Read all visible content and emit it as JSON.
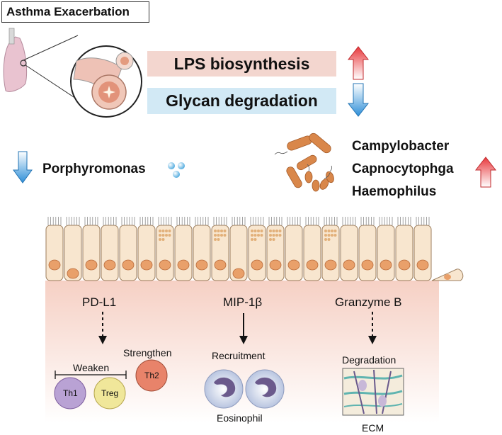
{
  "title": "Asthma Exacerbation",
  "pathways": {
    "up": "LPS biosynthesis",
    "down": "Glycan degradation"
  },
  "bacteria": {
    "decreased": "Porphyromonas",
    "increased": [
      "Campylobacter",
      "Capnocytophga",
      "Haemophilus"
    ]
  },
  "mediators": {
    "pdl1": "PD-L1",
    "mip": "MIP-1β",
    "granzyme": "Granzyme B"
  },
  "effects": {
    "weaken": "Weaken",
    "strengthen": "Strengthen",
    "recruitment": "Recruitment",
    "degradation": "Degradation"
  },
  "cells": {
    "th1": "Th1",
    "treg": "Treg",
    "th2": "Th2",
    "eosinophil": "Eosinophil",
    "ecm": "ECM"
  },
  "colors": {
    "up_arrow": "#e8383c",
    "down_arrow": "#2f8fd8",
    "lps_bg": "#f3d6cf",
    "glycan_bg": "#d2e9f5",
    "epithelium": "#f8e6cf",
    "nucleus": "#e9a06a",
    "bacteria": "#d9874a"
  }
}
